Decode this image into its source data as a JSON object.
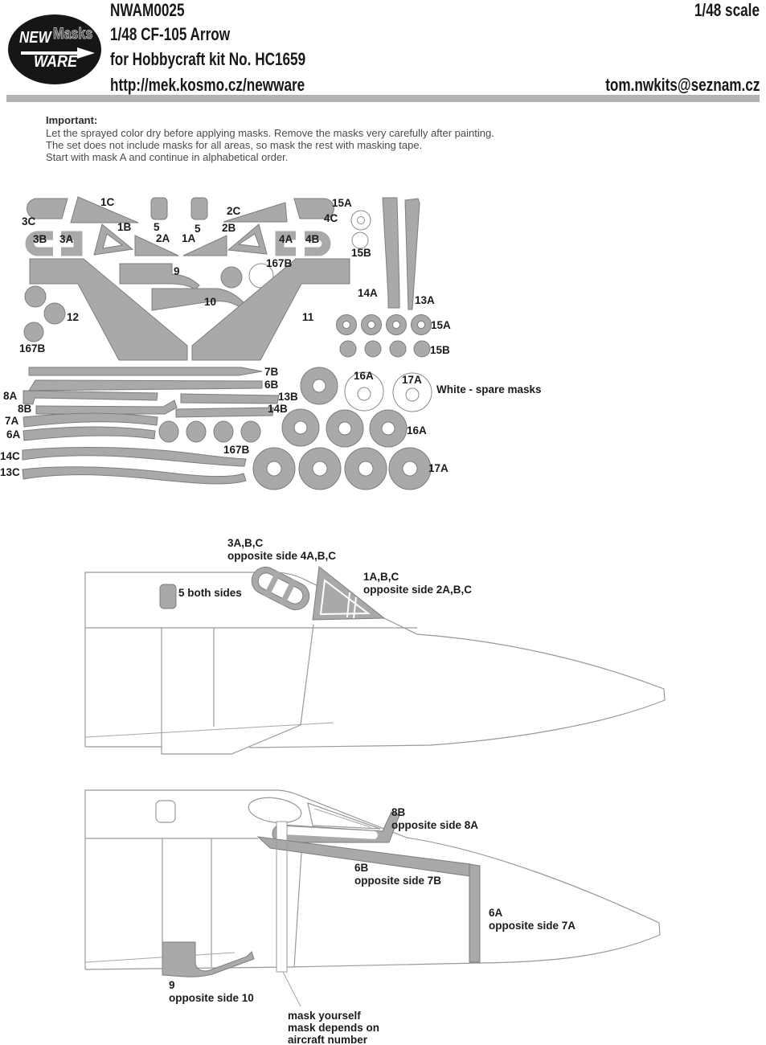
{
  "header": {
    "product_code": "NWAM0025",
    "title": "1/48 CF-105 Arrow",
    "kit": "for Hobbycraft kit No. HC1659",
    "website": "http://mek.kosmo.cz/newware",
    "scale": "1/48 scale",
    "email": "tom.nwkits@seznam.cz",
    "logo": {
      "line1": "NEW",
      "line2": "Masks",
      "line3": "WARE"
    }
  },
  "notes": {
    "heading": "Important:",
    "line1": "Let the sprayed color dry before applying masks. Remove the masks very carefully after painting.",
    "line2": "The set does not include masks for all areas, so mask the rest with masking tape.",
    "line3": "Start with mask A and continue in alphabetical order."
  },
  "sheet": {
    "labels": {
      "c1": "1C",
      "c3": "3C",
      "five_a": "5",
      "five_b": "5",
      "c2": "2C",
      "c4": "4C",
      "a15_top": "15A",
      "b15_top": "15B",
      "b1": "1B",
      "b3": "3B",
      "a3": "3A",
      "a2": "2A",
      "a1": "1A",
      "b2": "2B",
      "a4": "4A",
      "b4": "4B",
      "b167_top": "167B",
      "n9": "9",
      "n10": "10",
      "a14": "14A",
      "a13": "13A",
      "n12": "12",
      "n11": "11",
      "a15_row": "15A",
      "b15_row": "15B",
      "b167_left": "167B",
      "b7": "7B",
      "b6": "6B",
      "a16_white": "16A",
      "a17_white": "17A",
      "spare_note": "White - spare masks",
      "a8": "8A",
      "b13": "13B",
      "b8": "8B",
      "b14": "14B",
      "a7": "7A",
      "a6": "6A",
      "a16_gray": "16A",
      "b167_bottom": "167B",
      "c14": "14C",
      "c13": "13C",
      "a17_gray": "17A"
    }
  },
  "diagram1": {
    "c3abc_1": "3A,B,C",
    "c3abc_2": "opposite side 4A,B,C",
    "c5": "5 both sides",
    "c1abc_1": "1A,B,C",
    "c1abc_2": "opposite side 2A,B,C"
  },
  "diagram2": {
    "c8b_1": "8B",
    "c8b_2": "opposite side 8A",
    "c6b_1": "6B",
    "c6b_2": "opposite side 7B",
    "c6a_1": "6A",
    "c6a_2": "opposite side 7A",
    "c9_1": "9",
    "c9_2": "opposite side 10",
    "cm_1": "mask yourself",
    "cm_2": "mask depends on",
    "cm_3": "aircraft number"
  },
  "colors": {
    "mask_fill": "#a9a9a9",
    "mask_outline": "#7d7d7d",
    "spare_mask": "#ffffff",
    "drawing_line": "#999999",
    "divider_bar": "#b2b2b2",
    "logo_background": "#161616"
  }
}
